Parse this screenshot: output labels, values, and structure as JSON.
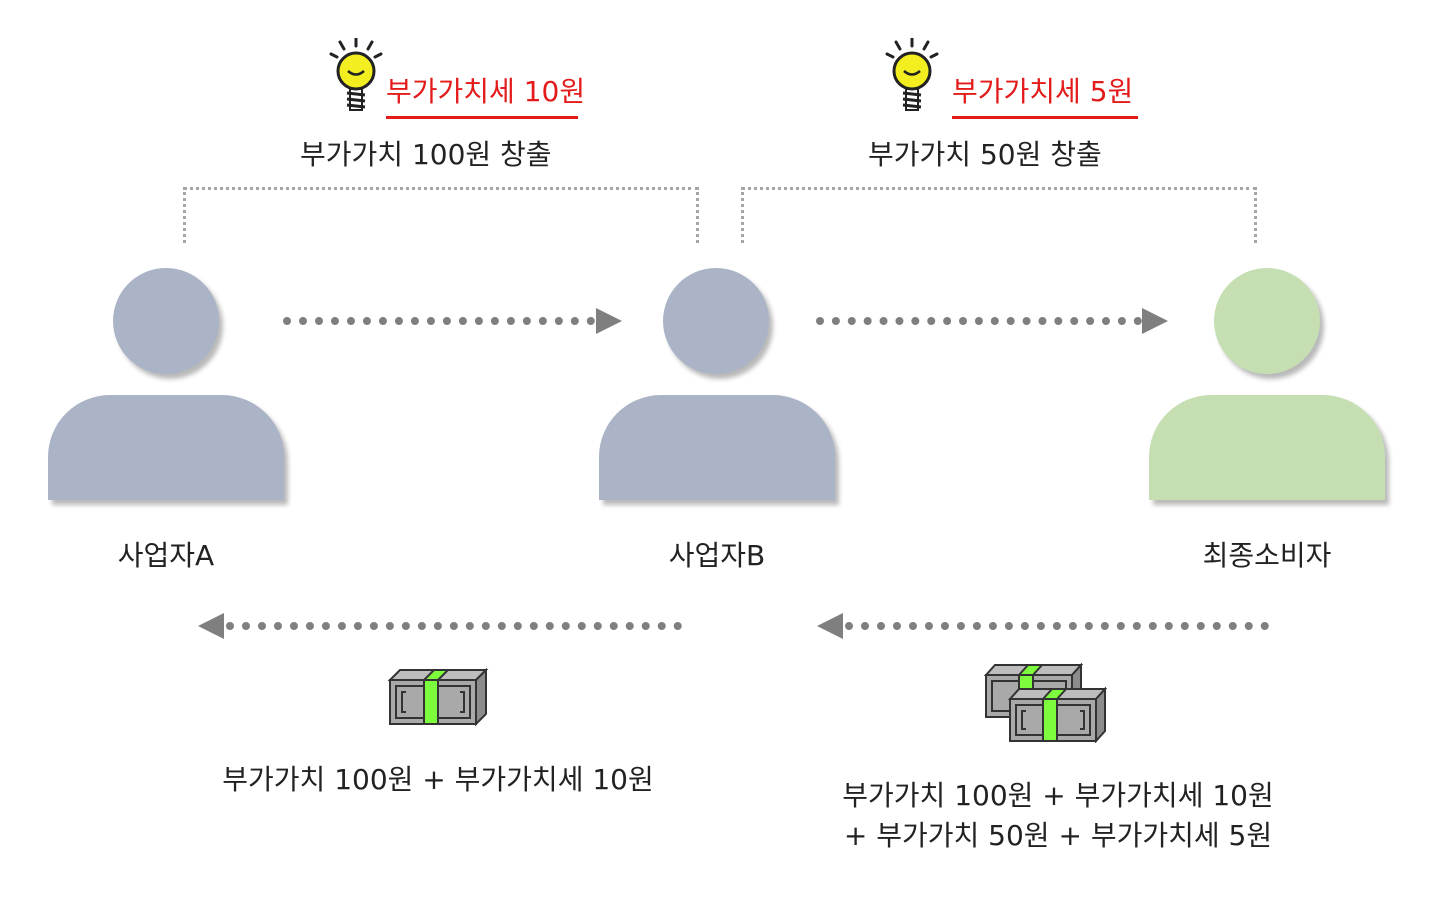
{
  "value_boxes": [
    {
      "tax": "부가가치세 10원",
      "created": "부가가치 100원 창출"
    },
    {
      "tax": "부가가치세 5원",
      "created": "부가가치 50원 창출"
    }
  ],
  "actors": [
    {
      "name": "사업자A",
      "color": "#aab4c6"
    },
    {
      "name": "사업자B",
      "color": "#aab4c6"
    },
    {
      "name": "최종소비자",
      "color": "#c5dfb3"
    }
  ],
  "payments": [
    {
      "text_line1": "부가가치 100원 + 부가가치세 10원"
    },
    {
      "text_line1": "부가가치 100원 + 부가가치세 10원",
      "text_line2": "+ 부가가치 50원 + 부가가치세 5원"
    }
  ],
  "icons": {
    "idea": "lightbulb-icon",
    "money": "cash-bundle-icon"
  },
  "colors": {
    "tax_accent": "#e31b1b",
    "arrow": "#7f7f7f",
    "bracket": "#a6a6a6",
    "cash_band": "#7cfc3c"
  }
}
